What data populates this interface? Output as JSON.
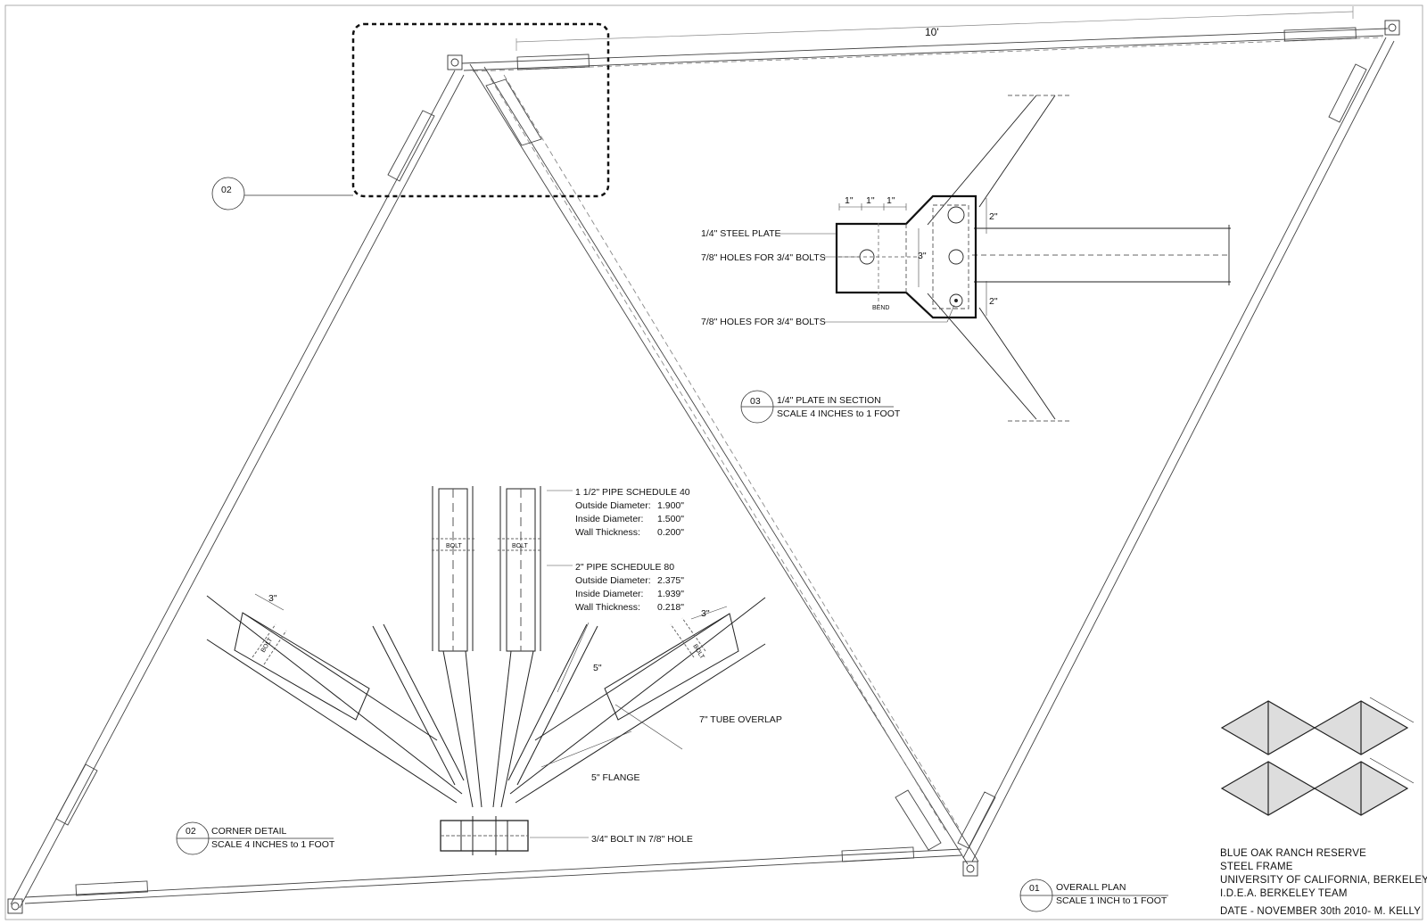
{
  "overall_dimension": "10'",
  "callouts": {
    "plan": {
      "number": "01",
      "title": "OVERALL PLAN",
      "scale": "SCALE 1 INCH to 1 FOOT"
    },
    "corner": {
      "number": "02",
      "title": "CORNER  DETAIL",
      "scale": "SCALE 4 INCHES to 1 FOOT"
    },
    "corner_marker": {
      "number": "02"
    },
    "plate": {
      "number": "03",
      "title": "1/4\" PLATE IN SECTION",
      "scale": "SCALE 4 INCHES to 1 FOOT"
    }
  },
  "plate_detail": {
    "steel_plate": "1/4\" STEEL PLATE",
    "holes_1": "7/8\" HOLES FOR 3/4\" BOLTS",
    "holes_2": "7/8\" HOLES FOR 3/4\" BOLTS",
    "dim_a": "1\"",
    "dim_b": "1\"",
    "dim_c": "1\"",
    "dim_height": "3\"",
    "dim_top": "2\"",
    "dim_bottom": "2\"",
    "bend": "BEND"
  },
  "corner_detail": {
    "pipe1_title": "1 1/2\" PIPE SCHEDULE 40",
    "pipe1_od_label": "Outside Diameter:",
    "pipe1_od_value": "1.900\"",
    "pipe1_id_label": "Inside Diameter:",
    "pipe1_id_value": "1.500\"",
    "pipe1_wt_label": "Wall Thickness:",
    "pipe1_wt_value": "0.200\"",
    "pipe2_title": "2\" PIPE SCHEDULE 80",
    "pipe2_od_label": "Outside Diameter:",
    "pipe2_od_value": "2.375\"",
    "pipe2_id_label": "Inside Diameter:",
    "pipe2_id_value": "1.939\"",
    "pipe2_wt_label": "Wall Thickness:",
    "pipe2_wt_value": "0.218\"",
    "dim_left": "3\"",
    "dim_right": "3\"",
    "dim_five": "5\"",
    "tube_overlap": "7\" TUBE OVERLAP",
    "flange": "5\"  FLANGE",
    "bolt_note": "3/4\" BOLT IN 7/8\" HOLE",
    "bolt1": "BOLT",
    "bolt2": "BOLT",
    "bolt3": "BOLT",
    "bolt4": "BOLT"
  },
  "title_block": {
    "line1": "BLUE OAK RANCH RESERVE",
    "line2": "STEEL FRAME",
    "line3": "UNIVERSITY OF CALIFORNIA, BERKELEY",
    "line4": "I.D.E.A. BERKELEY TEAM",
    "line5": "DATE - NOVEMBER 30th 2010-   M. KELLY"
  },
  "colors": {
    "line": "#333333",
    "fill": "#dddddd",
    "paper": "#ffffff"
  }
}
